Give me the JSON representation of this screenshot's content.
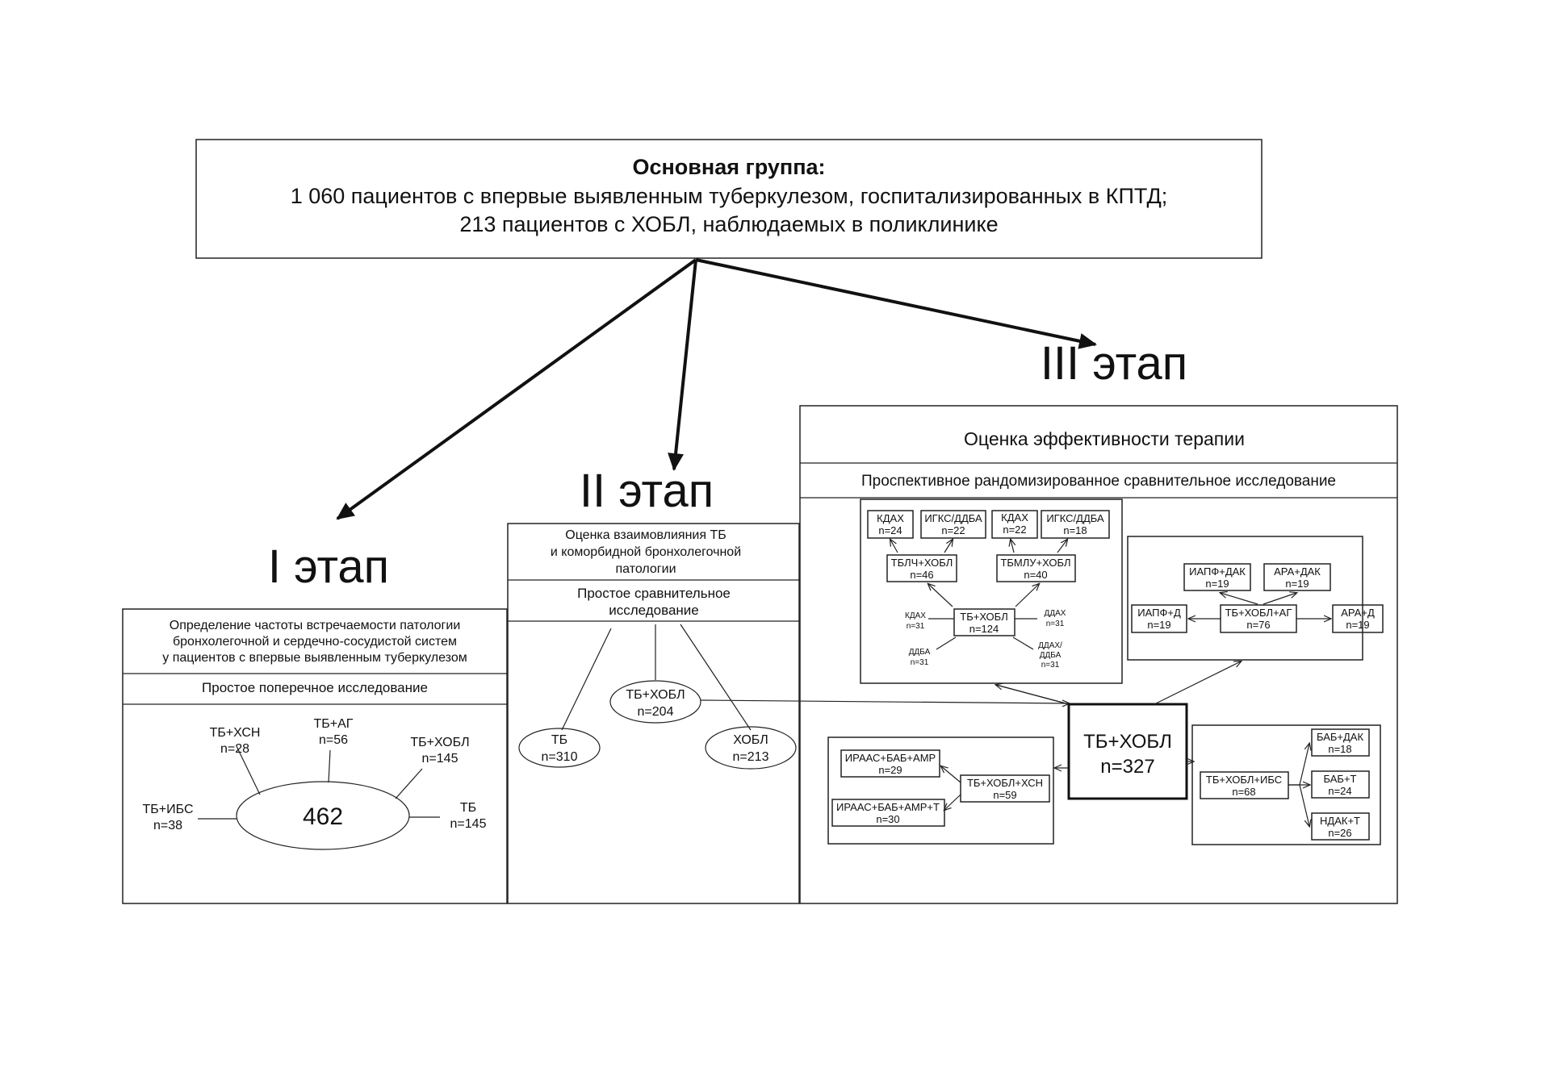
{
  "main": {
    "title": "Основная группа:",
    "line1": "1 060 пациентов с впервые выявленным туберкулезом, госпитализированных в КПТД;",
    "line2": "213 пациентов с ХОБЛ, наблюдаемых в поликлинике"
  },
  "stage1": {
    "title": "I этап",
    "desc": [
      "Определение частоты встречаемости патологии",
      "бронхолегочной и сердечно-сосудистой систем",
      "у пациентов с впервые выявленным туберкулезом"
    ],
    "method": "Простое поперечное исследование",
    "center": "462",
    "items": [
      {
        "l1": "ТБ+ХСН",
        "l2": "n=28"
      },
      {
        "l1": "ТБ+АГ",
        "l2": "n=56"
      },
      {
        "l1": "ТБ+ХОБЛ",
        "l2": "n=145"
      },
      {
        "l1": "ТБ+ИБС",
        "l2": "n=38"
      },
      {
        "l1": "ТБ",
        "l2": "n=145"
      }
    ]
  },
  "stage2": {
    "title": "II этап",
    "desc": [
      "Оценка взаимовлияния ТБ",
      "и коморбидной бронхолегочной",
      "патологии"
    ],
    "method": [
      "Простое сравнительное",
      "исследование"
    ],
    "center": {
      "l1": "ТБ+ХОБЛ",
      "l2": "n=204"
    },
    "left": {
      "l1": "ТБ",
      "l2": "n=310"
    },
    "right": {
      "l1": "ХОБЛ",
      "l2": "n=213"
    }
  },
  "stage3": {
    "title": "III этап",
    "desc": "Оценка эффективности терапии",
    "method": "Проспективное рандомизированное сравнительное исследование",
    "center": {
      "l1": "ТБ+ХОБЛ",
      "l2": "n=327"
    },
    "g1": {
      "top": [
        {
          "l1": "КДАХ",
          "l2": "n=24"
        },
        {
          "l1": "ИГКС/ДДБА",
          "l2": "n=22"
        },
        {
          "l1": "КДАХ",
          "l2": "n=22"
        },
        {
          "l1": "ИГКС/ДДБА",
          "l2": "n=18"
        }
      ],
      "mid": [
        {
          "l1": "ТБЛЧ+ХОБЛ",
          "l2": "n=46"
        },
        {
          "l1": "ТБМЛУ+ХОБЛ",
          "l2": "n=40"
        }
      ],
      "center": {
        "l1": "ТБ+ХОБЛ",
        "l2": "n=124"
      },
      "side": [
        {
          "l1": "КДАХ",
          "l2": "n=31"
        },
        {
          "l1": "ДДАХ",
          "l2": "n=31"
        },
        {
          "l1": "ДДБА",
          "l2": "n=31"
        },
        {
          "l1": "ДДАХ/",
          "l2": "ДДБА",
          "l3": "n=31"
        }
      ]
    },
    "g2": {
      "top": [
        {
          "l1": "ИАПФ+ДАК",
          "l2": "n=19"
        },
        {
          "l1": "АРА+ДАК",
          "l2": "n=19"
        }
      ],
      "left": {
        "l1": "ИАПФ+Д",
        "l2": "n=19"
      },
      "center": {
        "l1": "ТБ+ХОБЛ+АГ",
        "l2": "n=76"
      },
      "right": {
        "l1": "АРА+Д",
        "l2": "n=19"
      }
    },
    "g3": {
      "a": {
        "l1": "ИРААС+БАБ+АМР",
        "l2": "n=29"
      },
      "b": {
        "l1": "ИРААС+БАБ+АМР+Т",
        "l2": "n=30"
      },
      "center": {
        "l1": "ТБ+ХОБЛ+ХСН",
        "l2": "n=59"
      }
    },
    "g4": {
      "center": {
        "l1": "ТБ+ХОБЛ+ИБС",
        "l2": "n=68"
      },
      "items": [
        {
          "l1": "БАБ+ДАК",
          "l2": "n=18"
        },
        {
          "l1": "БАБ+Т",
          "l2": "n=24"
        },
        {
          "l1": "НДАК+Т",
          "l2": "n=26"
        }
      ]
    }
  }
}
